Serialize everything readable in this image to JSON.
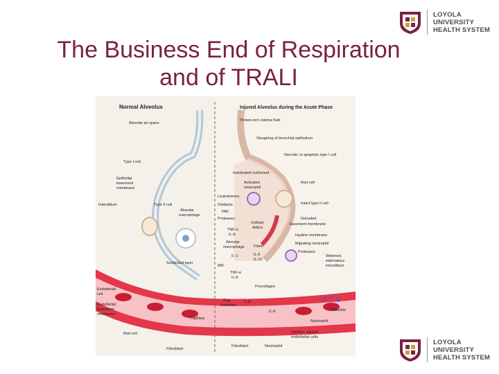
{
  "slide": {
    "title_line1": "The Business End of Respiration",
    "title_line2": "and of TRALI"
  },
  "logo": {
    "line1": "LOYOLA",
    "line2": "UNIVERSITY",
    "line3": "HEALTH SYSTEM",
    "brand_color": "#7a2140"
  },
  "diagram": {
    "left_heading": "Normal Alveolus",
    "right_heading": "Injured Alveolus during the Acute Phase",
    "left_labels": {
      "alveolar_air_space": "Alveolar air space",
      "type1_cell": "Type I cell",
      "epithelial_bm_1": "Epithelial",
      "epithelial_bm_2": "basement",
      "epithelial_bm_3": "membrane",
      "interstitium": "Interstitium",
      "type2_cell": "Type II cell",
      "alv_macrophage_1": "Alveolar",
      "alv_macrophage_2": "macrophage",
      "surfactant_layer": "Surfactant layer",
      "endothelial_1": "Endothelial",
      "endothelial_2": "cell",
      "endo_bm_1": "Endothelial",
      "endo_bm_2": "basement",
      "endo_bm_3": "membrane",
      "capillary": "Capillary",
      "red_cell": "Red cell",
      "fibroblast": "Fibroblast"
    },
    "right_labels": {
      "protein_rich_1": "Protein-rich edema fluid",
      "sloughing": "Sloughing of bronchial epithelium",
      "necrotic": "Necrotic or apoptotic type I cell",
      "inactivated_surfactant": "Inactivated surfactant",
      "activated_neutrophil_1": "Activated",
      "activated_neutrophil_2": "neutrophil",
      "red_cell": "Red cell",
      "leukotrienes": "Leukotrienes",
      "oxidants": "Oxidants",
      "paf": "PAF",
      "proteases": "Proteases",
      "intact_type2": "Intact type II cell",
      "cellular_debris_1": "Cellular",
      "cellular_debris_2": "debris",
      "denuded_1": "Denuded",
      "denuded_2": "basement membrane",
      "tnf_il8_a1": "TNF-α",
      "tnf_il8_a2": "IL-8",
      "hyaline": "Hyaline membrane",
      "alv_macrophage_1": "Alveolar",
      "alv_macrophage_2": "macrophage",
      "fibrin": "Fibrin",
      "migrating": "Migrating neutrophil",
      "il1": "IL-1",
      "il6_1": "IL-6",
      "il6_2": "IL-10",
      "proteases_b": "Proteases",
      "widened_1": "Widened,",
      "widened_2": "edematous",
      "widened_3": "interstitium",
      "mif": "MIF",
      "tnf_il8_b1": "TNF-α",
      "tnf_il8_b2": "IL-8",
      "procollagen": "Procollagen",
      "gap_1": "Gap",
      "gap_2": "formation",
      "il8_a": "IL-8",
      "il8_b": "IL-8",
      "platelets": "Platelets",
      "neutrophil": "Neutrophil",
      "swollen_1": "Swollen, injured",
      "swollen_2": "endothelial cells",
      "fibroblast": "Fibroblast",
      "neutrophil_b": "Neutrophil"
    }
  }
}
